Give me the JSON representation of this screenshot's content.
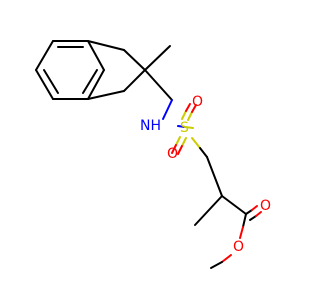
{
  "molecule": {
    "atoms": {
      "amine": "NH",
      "sulfur": "S",
      "sulfonyl_oxygen_top": "O",
      "sulfonyl_oxygen_bottom": "O",
      "carbonyl_oxygen": "O",
      "ester_oxygen": "O"
    },
    "element_colors": {
      "carbon": "#000000",
      "nitrogen": "#0000ff",
      "oxygen": "#ff0000",
      "sulfur": "#cccc00"
    }
  }
}
